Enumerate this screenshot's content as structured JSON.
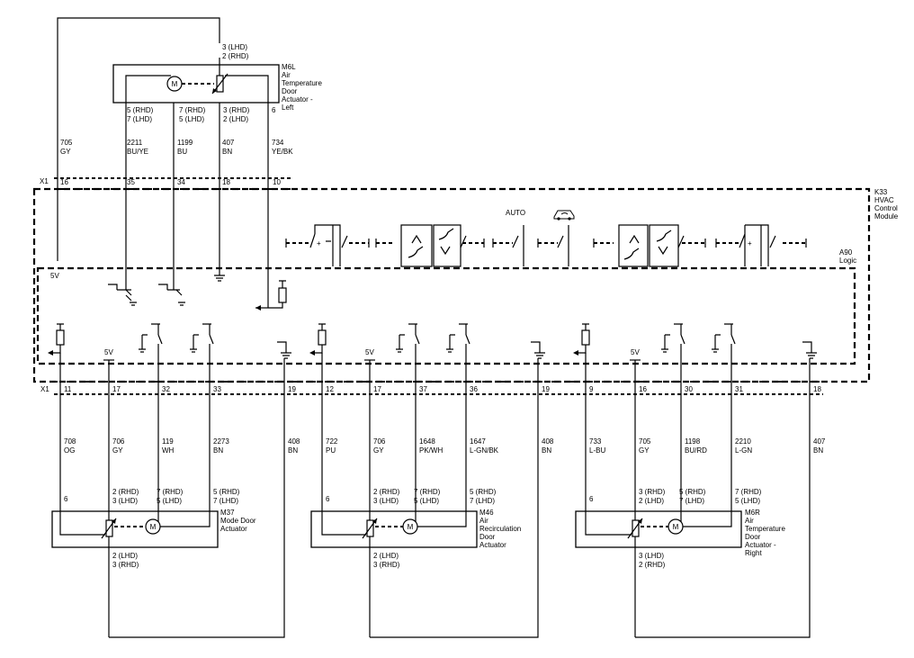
{
  "connectors": {
    "x1_top": "X1",
    "x1_bottom": "X1"
  },
  "module": {
    "title": [
      "K33",
      "HVAC",
      "Control",
      "Module"
    ],
    "logic": [
      "A90",
      "Logic"
    ],
    "auto_label": "AUTO",
    "five_v": "5V"
  },
  "top_actuator": {
    "name": [
      "M6L",
      "Air",
      "Temperature",
      "Door",
      "Actuator -",
      "Left"
    ],
    "motor_label": "M",
    "pin_top": [
      "3 (LHD)",
      "2 (RHD)"
    ],
    "pin_a": [
      "5 (RHD)",
      "7 (LHD)"
    ],
    "pin_b": [
      "7 (RHD)",
      "5 (LHD)"
    ],
    "pin_c": [
      "3 (RHD)",
      "2 (LHD)"
    ],
    "pin_d": "6"
  },
  "top_wires": [
    {
      "circuit": "705",
      "color": "GY",
      "pin": "16"
    },
    {
      "circuit": "2211",
      "color": "BU/YE",
      "pin": "35"
    },
    {
      "circuit": "1199",
      "color": "BU",
      "pin": "34"
    },
    {
      "circuit": "407",
      "color": "BN",
      "pin": "18"
    },
    {
      "circuit": "734",
      "color": "YE/BK",
      "pin": "10"
    }
  ],
  "bottom_pins": [
    "11",
    "17",
    "32",
    "33",
    "19",
    "12",
    "17",
    "37",
    "36",
    "19",
    "9",
    "16",
    "30",
    "31",
    "18"
  ],
  "bottom_wires": [
    {
      "circuit": "708",
      "color": "OG"
    },
    {
      "circuit": "706",
      "color": "GY"
    },
    {
      "circuit": "119",
      "color": "WH"
    },
    {
      "circuit": "2273",
      "color": "BN"
    },
    {
      "circuit": "408",
      "color": "BN"
    },
    {
      "circuit": "722",
      "color": "PU"
    },
    {
      "circuit": "706",
      "color": "GY"
    },
    {
      "circuit": "1648",
      "color": "PK/WH"
    },
    {
      "circuit": "1647",
      "color": "L-GN/BK"
    },
    {
      "circuit": "408",
      "color": "BN"
    },
    {
      "circuit": "733",
      "color": "L-BU"
    },
    {
      "circuit": "705",
      "color": "GY"
    },
    {
      "circuit": "1198",
      "color": "BU/RD"
    },
    {
      "circuit": "2210",
      "color": "L-GN"
    },
    {
      "circuit": "407",
      "color": "BN"
    }
  ],
  "actuators": [
    {
      "name": [
        "M37",
        "Mode Door",
        "Actuator"
      ],
      "motor_label": "M",
      "pin_6": "6",
      "pin_ref": [
        "2 (RHD)",
        "3 (LHD)"
      ],
      "pin_sig": [
        "7 (RHD)",
        "5 (LHD)"
      ],
      "pin_mot": [
        "5 (RHD)",
        "7 (LHD)"
      ],
      "pin_gnd": [
        "2 (LHD)",
        "3 (RHD)"
      ]
    },
    {
      "name": [
        "M46",
        "Air",
        "Recirculation",
        "Door",
        "Actuator"
      ],
      "motor_label": "M",
      "pin_6": "6",
      "pin_ref": [
        "2 (RHD)",
        "3 (LHD)"
      ],
      "pin_sig": [
        "7 (RHD)",
        "5 (LHD)"
      ],
      "pin_mot": [
        "5 (RHD)",
        "7 (LHD)"
      ],
      "pin_gnd": [
        "2 (LHD)",
        "3 (RHD)"
      ]
    },
    {
      "name": [
        "M6R",
        "Air",
        "Temperature",
        "Door",
        "Actuator -",
        "Right"
      ],
      "motor_label": "M",
      "pin_6": "6",
      "pin_ref": [
        "3 (RHD)",
        "2 (LHD)"
      ],
      "pin_sig": [
        "5 (RHD)",
        "7 (LHD)"
      ],
      "pin_mot": [
        "7 (RHD)",
        "5 (LHD)"
      ],
      "pin_gnd": [
        "3 (LHD)",
        "2 (RHD)"
      ]
    }
  ]
}
